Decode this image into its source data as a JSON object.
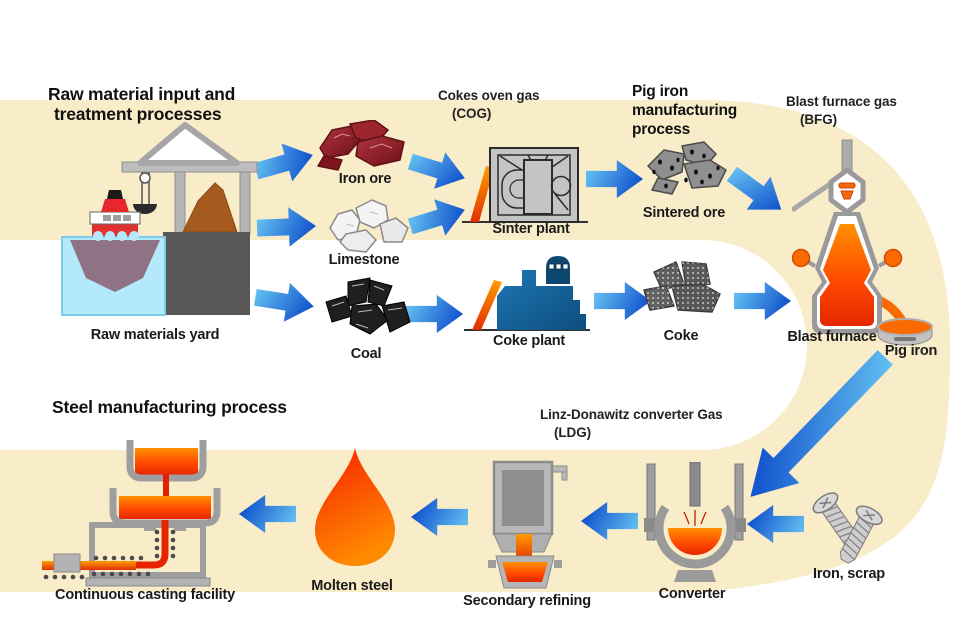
{
  "colors": {
    "band": "#F9ECC9",
    "arrow_light": "#6CCCF5",
    "arrow_dark": "#1557CE",
    "molten_orange": "#FF4B00",
    "plant_blue": "#15629E",
    "iron_ore_red": "#8F1D26",
    "machine_gray": "#9A9A9A"
  },
  "headings": {
    "raw_material": [
      "Raw material input and",
      "treatment processes"
    ],
    "pig_iron": [
      "Pig iron",
      "manufacturing",
      "process"
    ],
    "steel": [
      "Steel manufacturing process"
    ]
  },
  "gas_labels": {
    "cog": [
      "Cokes oven gas",
      "(COG)"
    ],
    "bfg": [
      "Blast furnace gas",
      "(BFG)"
    ],
    "ldg": [
      "Linz-Donawitz converter Gas",
      "(LDG)"
    ]
  },
  "labels": {
    "raw_materials_yard": "Raw materials yard",
    "iron_ore": "Iron ore",
    "limestone": "Limestone",
    "coal": "Coal",
    "sinter_plant": "Sinter plant",
    "coke_plant": "Coke plant",
    "sintered_ore": "Sintered ore",
    "coke": "Coke",
    "blast_furnace": "Blast furnace",
    "pig_iron": "Pig iron",
    "converter": "Converter",
    "secondary_refining": "Secondary refining",
    "molten_steel": "Molten steel",
    "continuous_casting": "Continuous casting facility",
    "iron_scrap": "Iron, scrap"
  },
  "icons": {
    "raw_materials_yard": "crane-ship-yard-icon",
    "iron_ore": "red-ore-rocks-icon",
    "limestone": "white-rocks-icon",
    "coal": "black-rocks-icon",
    "sinter_plant": "sinter-machine-icon",
    "coke_plant": "blue-factory-icon",
    "sintered_ore": "gray-speckled-rocks-icon",
    "coke": "dark-dotted-rocks-icon",
    "blast_furnace": "blast-furnace-vessel-icon",
    "pig_iron": "ladle-icon",
    "converter": "converter-vessel-icon",
    "secondary_refining": "refining-vessel-icon",
    "molten_steel": "molten-droplet-icon",
    "continuous_casting": "casting-machine-icon",
    "iron_scrap": "screws-icon"
  }
}
